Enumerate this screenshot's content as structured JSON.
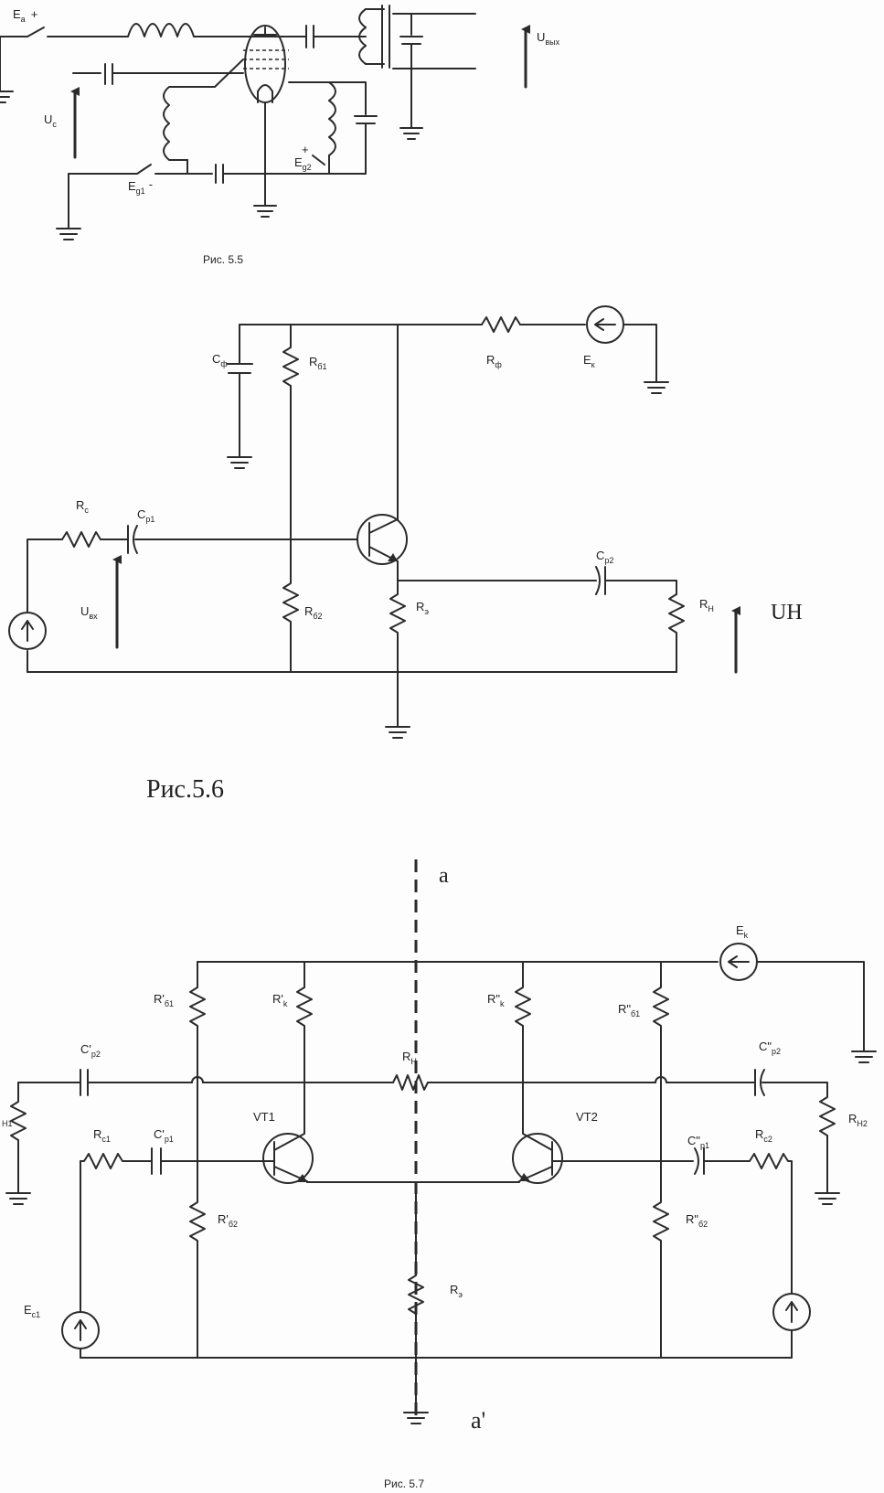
{
  "fig55": {
    "caption": "Рис. 5.5",
    "labels": {
      "ea": "E",
      "ea_sub": "a",
      "ea_sign": "+",
      "uc": "U",
      "uc_sub": "c",
      "eg1": "E",
      "eg1_sub": "g1",
      "eg1_sign": "-",
      "eg2": "E",
      "eg2_sub": "g2",
      "eg2_sign": "+",
      "uvyh": "U",
      "uvyh_sub": "вых"
    }
  },
  "fig56": {
    "caption": "Рис.5.6",
    "labels": {
      "cf": "C",
      "cf_sub": "ф",
      "rb1": "R",
      "rb1_sub": "б1",
      "rf": "R",
      "rf_sub": "ф",
      "ek": "E",
      "ek_sub": "к",
      "rc": "R",
      "rc_sub": "c",
      "cp1": "C",
      "cp1_sub": "p1",
      "uvx": "U",
      "uvx_sub": "вх",
      "rb2": "R",
      "rb2_sub": "б2",
      "re": "R",
      "re_sub": "э",
      "cp2": "C",
      "cp2_sub": "p2",
      "rn": "R",
      "rn_sub": "Н",
      "un": "UН"
    }
  },
  "fig57": {
    "caption": "Рис. 5.7",
    "axis_top": "a",
    "axis_bottom": "a'",
    "labels": {
      "ek": "E",
      "ek_sub": "k",
      "rb1p": "R'",
      "rb1p_sub": "б1",
      "rkp": "R'",
      "rkp_sub": "k",
      "rkpp": "R\"",
      "rkpp_sub": "k",
      "rb1pp": "R\"",
      "rb1pp_sub": "б1",
      "cp2p": "C'",
      "cp2p_sub": "p2",
      "rh": "R",
      "rh_sub": "H",
      "cp2pp": "C\"",
      "cp2pp_sub": "p2",
      "rh1": "",
      "rh1_sub": "H1",
      "rh2": "R",
      "rh2_sub": "H2",
      "rc1": "R",
      "rc1_sub": "c1",
      "cp1p": "C'",
      "cp1p_sub": "p1",
      "vt1": "VT1",
      "vt2": "VT2",
      "cp1pp": "C\"",
      "cp1pp_sub": "p1",
      "rc2": "R",
      "rc2_sub": "c2",
      "rb2p": "R'",
      "rb2p_sub": "б2",
      "rb2pp": "R\"",
      "rb2pp_sub": "б2",
      "re": "R",
      "re_sub": "э",
      "ec1": "E",
      "ec1_sub": "c1"
    }
  }
}
